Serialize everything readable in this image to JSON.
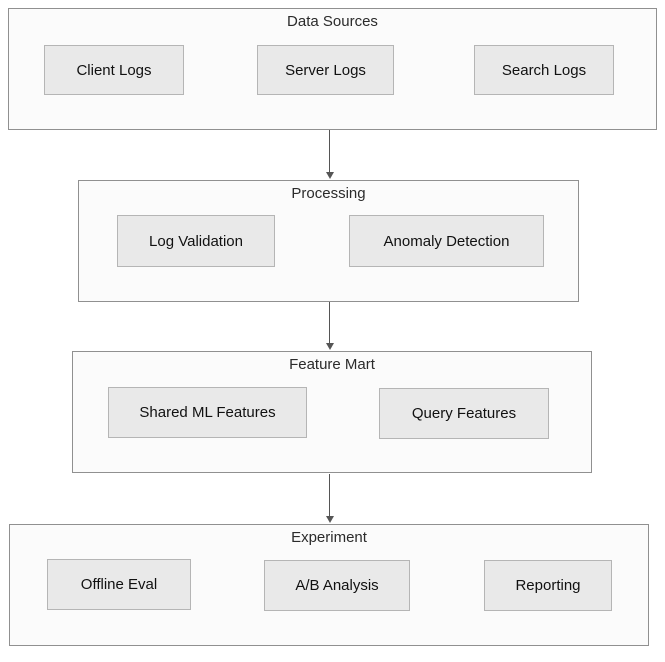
{
  "diagram": {
    "type": "flowchart",
    "direction": "top-down",
    "groups": [
      {
        "title": "Data Sources",
        "nodes": [
          {
            "label": "Client Logs"
          },
          {
            "label": "Server Logs"
          },
          {
            "label": "Search Logs"
          }
        ]
      },
      {
        "title": "Processing",
        "nodes": [
          {
            "label": "Log Validation"
          },
          {
            "label": "Anomaly Detection"
          }
        ]
      },
      {
        "title": "Feature Mart",
        "nodes": [
          {
            "label": "Shared ML Features"
          },
          {
            "label": "Query Features"
          }
        ]
      },
      {
        "title": "Experiment",
        "nodes": [
          {
            "label": "Offline Eval"
          },
          {
            "label": "A/B Analysis"
          },
          {
            "label": "Reporting"
          }
        ]
      }
    ],
    "edges": [
      {
        "from": "Data Sources",
        "to": "Processing"
      },
      {
        "from": "Processing",
        "to": "Feature Mart"
      },
      {
        "from": "Feature Mart",
        "to": "Experiment"
      }
    ],
    "colors": {
      "background": "#ffffff",
      "cluster_fill": "#fbfbfb",
      "cluster_border": "#909090",
      "node_fill": "#e9e9e9",
      "node_border": "#b5b5b5",
      "arrow": "#555555",
      "text": "#111111"
    }
  }
}
